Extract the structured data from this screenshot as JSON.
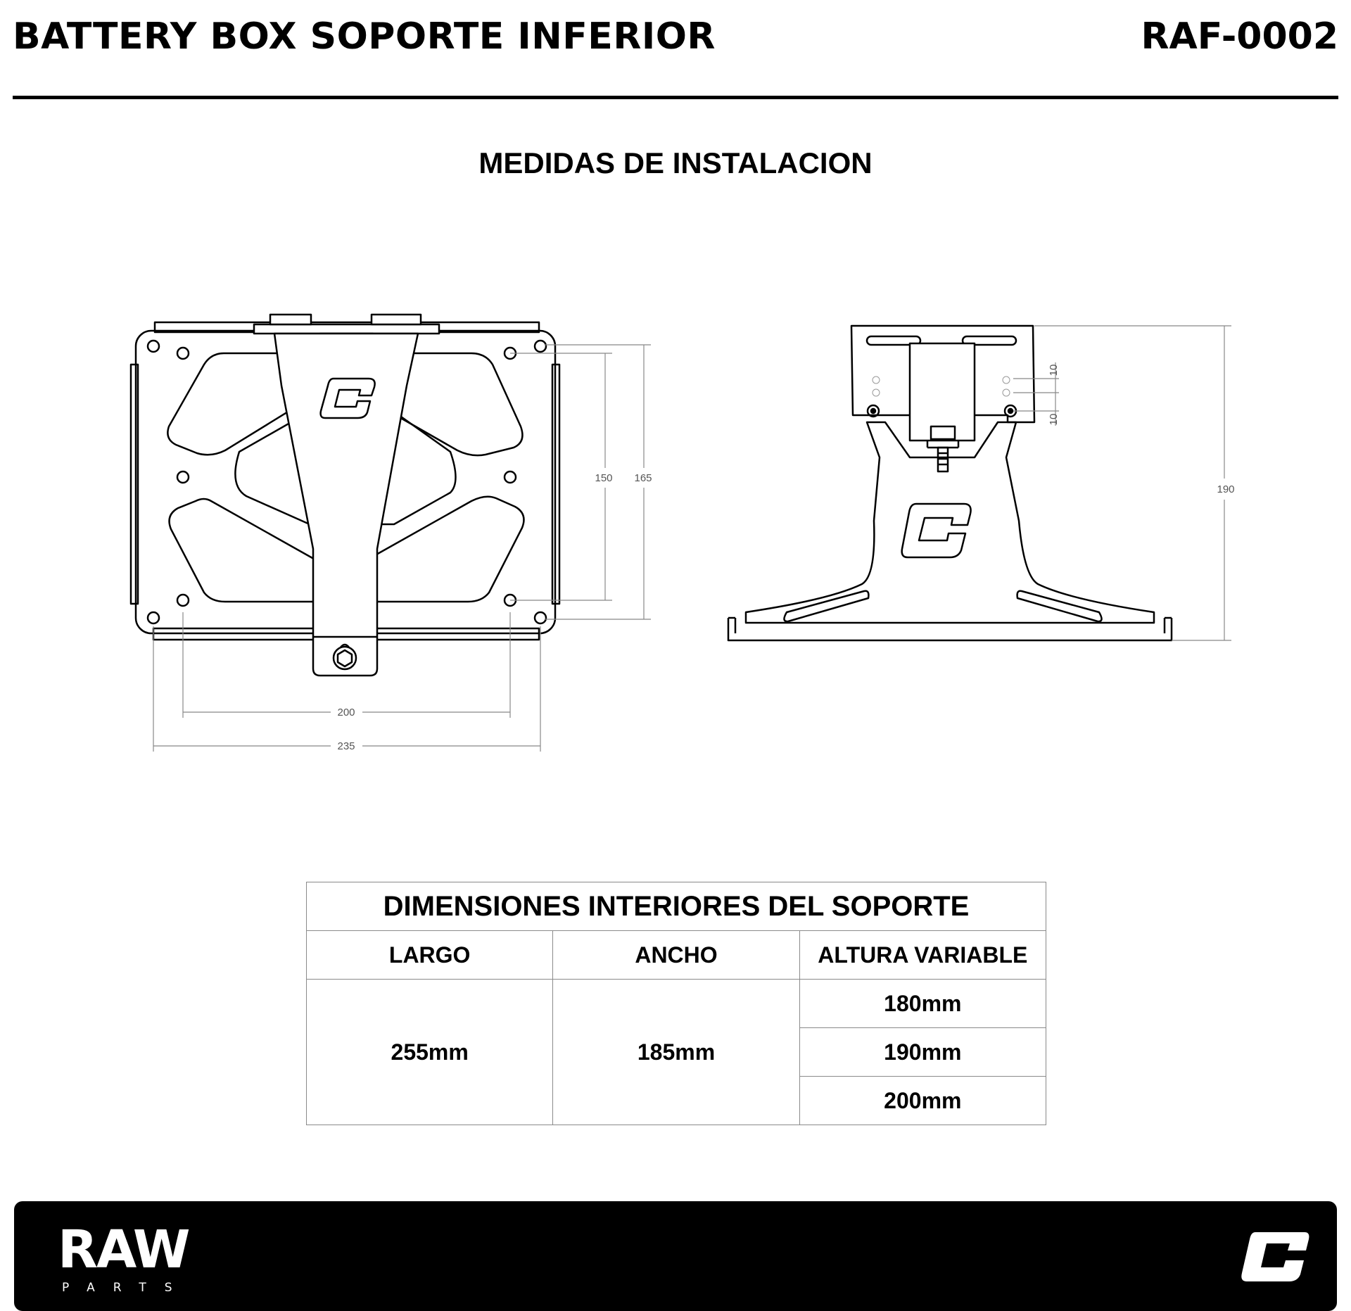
{
  "header": {
    "title": "BATTERY BOX SOPORTE INFERIOR",
    "code": "RAF-0002"
  },
  "section_title": "MEDIDAS DE INSTALACION",
  "drawing": {
    "front_dims": {
      "inner_width": "200",
      "outer_width": "235",
      "inner_height": "150",
      "outer_height": "165"
    },
    "side_dims": {
      "height": "190",
      "step_top": "10",
      "step_bottom": "10"
    }
  },
  "table": {
    "caption": "DIMENSIONES INTERIORES DEL SOPORTE",
    "columns": [
      "LARGO",
      "ANCHO",
      "ALTURA VARIABLE"
    ],
    "largo": "255mm",
    "ancho": "185mm",
    "alturas": [
      "180mm",
      "190mm",
      "200mm"
    ]
  },
  "footer": {
    "brand": "RAW",
    "brand_sub": "PARTS"
  }
}
